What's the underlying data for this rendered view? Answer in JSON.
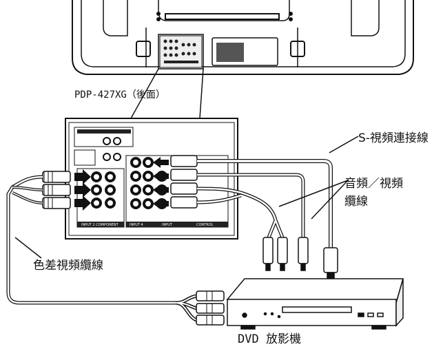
{
  "labels": {
    "tv_model": "PDP-427XG（後面）",
    "s_video_cable": "S-視頻連接線",
    "av_cable_line1": "音頻／視頻",
    "av_cable_line2": "纜線",
    "component_cable": "色差視頻纜線",
    "dvd_player": "DVD 放影機"
  },
  "panel_text": {
    "component_group": "INPUT 2  COMPONENT",
    "input_group": "INPUT 4",
    "input_group2": "INPUT",
    "control": "CONTROL"
  }
}
